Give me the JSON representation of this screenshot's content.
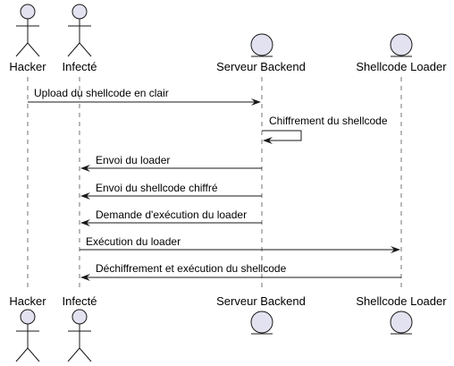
{
  "participants": [
    {
      "id": "hacker",
      "name": "Hacker",
      "kind": "actor"
    },
    {
      "id": "infecte",
      "name": "Infecté",
      "kind": "actor"
    },
    {
      "id": "backend",
      "name": "Serveur Backend",
      "kind": "entity"
    },
    {
      "id": "loader",
      "name": "Shellcode Loader",
      "kind": "entity"
    }
  ],
  "messages": [
    {
      "from": "hacker",
      "to": "backend",
      "text": "Upload du shellcode en clair"
    },
    {
      "from": "backend",
      "to": "backend",
      "text": "Chiffrement du shellcode"
    },
    {
      "from": "backend",
      "to": "infecte",
      "text": "Envoi du loader"
    },
    {
      "from": "backend",
      "to": "infecte",
      "text": "Envoi du shellcode chiffré"
    },
    {
      "from": "backend",
      "to": "infecte",
      "text": "Demande d'exécution du loader"
    },
    {
      "from": "infecte",
      "to": "loader",
      "text": "Exécution du loader"
    },
    {
      "from": "loader",
      "to": "infecte",
      "text": "Déchiffrement et exécution du shellcode"
    }
  ],
  "colors": {
    "participant_fill": "#E2E2F0",
    "participant_stroke": "#181818",
    "lifeline": "#181818",
    "arrow": "#181818"
  }
}
